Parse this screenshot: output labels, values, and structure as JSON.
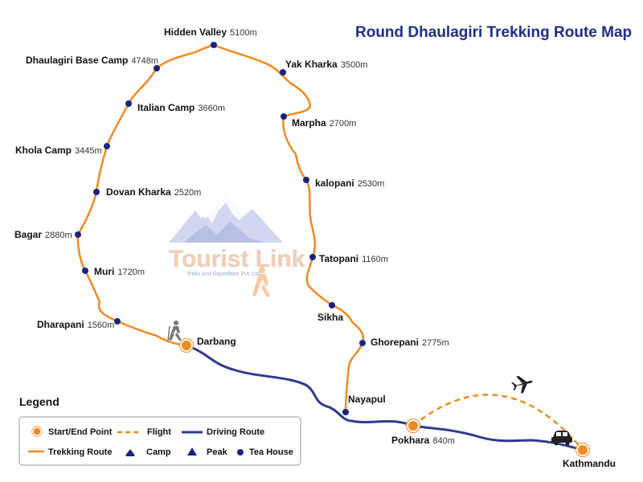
{
  "title": "Round Dhaulagiri Trekking Route Map",
  "colors": {
    "title": "#1f2f86",
    "trek": "#f08a24",
    "drive": "#2f3b8e",
    "tea_house": "#1a237e",
    "start_end_fill": "#f08a24",
    "watermark": "#b9c3e6",
    "watermark_accent": "#f4b27a"
  },
  "watermark": {
    "name": "Tourist Link",
    "tagline": "Treks and Expedition Pvt. Ltd."
  },
  "places": [
    {
      "name": "Hidden Valley",
      "elev": "5100m",
      "type": "tea-house"
    },
    {
      "name": "Dhaulagiri Base Camp",
      "elev": "4748m",
      "type": "tea-house"
    },
    {
      "name": "Yak Kharka",
      "elev": "3500m",
      "type": "tea-house"
    },
    {
      "name": "Italian Camp",
      "elev": "3660m",
      "type": "tea-house"
    },
    {
      "name": "Marpha",
      "elev": "2700m",
      "type": "tea-house"
    },
    {
      "name": "Khola Camp",
      "elev": "3445m",
      "type": "tea-house"
    },
    {
      "name": "kalopani",
      "elev": "2530m",
      "type": "tea-house"
    },
    {
      "name": "Dovan Kharka",
      "elev": "2520m",
      "type": "tea-house"
    },
    {
      "name": "Bagar",
      "elev": "2880m",
      "type": "tea-house"
    },
    {
      "name": "Tatopani",
      "elev": "1160m",
      "type": "tea-house"
    },
    {
      "name": "Muri",
      "elev": "1720m",
      "type": "tea-house"
    },
    {
      "name": "Sikha",
      "elev": "",
      "type": "tea-house"
    },
    {
      "name": "Dharapani",
      "elev": "1560m",
      "type": "tea-house"
    },
    {
      "name": "Ghorepani",
      "elev": "2775m",
      "type": "tea-house"
    },
    {
      "name": "Darbang",
      "elev": "",
      "type": "start-end"
    },
    {
      "name": "Nayapul",
      "elev": "",
      "type": "tea-house"
    },
    {
      "name": "Pokhara",
      "elev": "840m",
      "type": "start-end"
    },
    {
      "name": "Kathmandu",
      "elev": "",
      "type": "start-end"
    }
  ],
  "icons": {
    "flight": "airplane-icon",
    "drive": "car-icon",
    "trek": "hiker-icon"
  },
  "legend": {
    "title": "Legend",
    "items": [
      {
        "key": "start-end",
        "label": "Start/End Point"
      },
      {
        "key": "flight",
        "label": "Flight"
      },
      {
        "key": "drive",
        "label": "Driving Route"
      },
      {
        "key": "trek",
        "label": "Trekking Route"
      },
      {
        "key": "camp",
        "label": "Camp"
      },
      {
        "key": "peak",
        "label": "Peak"
      },
      {
        "key": "tea-house",
        "label": "Tea House"
      }
    ]
  }
}
